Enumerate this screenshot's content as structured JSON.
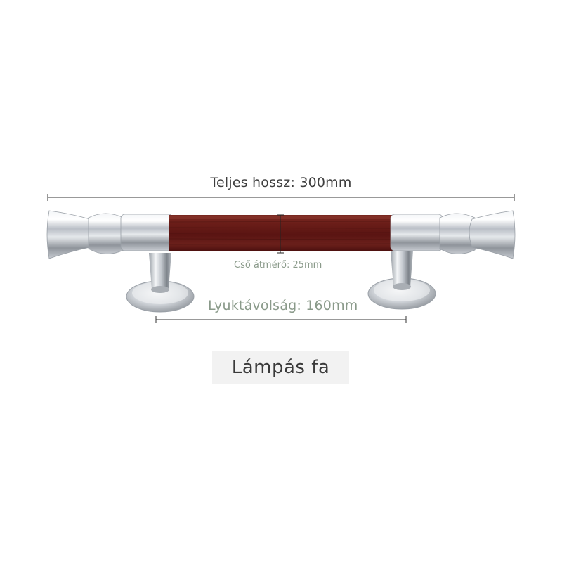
{
  "dimensions": {
    "total_length_label": "Teljes hossz: 300mm",
    "tube_diameter_label": "Cső átmérő: 25mm",
    "hole_spacing_label": "Lyuktávolság: 160mm"
  },
  "material": {
    "label": "Lámpás fa"
  },
  "product": {
    "icon": "door-handle-icon",
    "wood_color": "#5e1613",
    "metal_color": "#d9dde2"
  },
  "colors": {
    "background": "#ffffff",
    "dimension_line": "#333333",
    "tag_background": "#f2f2f2"
  }
}
